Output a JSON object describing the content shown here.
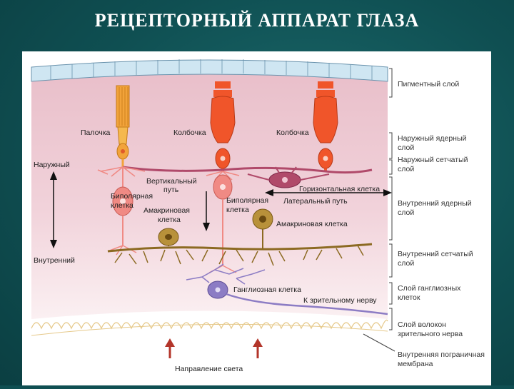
{
  "title": "РЕЦЕПТОРНЫЙ АППАРАТ ГЛАЗА",
  "labels": {
    "rod": "Палочка",
    "cone1": "Колбочка",
    "cone2": "Колбочка",
    "outer": "Наружный",
    "inner": "Внутренний",
    "vertical_path_1": "Вертикальный",
    "vertical_path_2": "путь",
    "bipolar1_1": "Биполярная",
    "bipolar1_2": "клетка",
    "bipolar2_1": "Биполярная",
    "bipolar2_2": "клетка",
    "amacrine1_1": "Амакриновая",
    "amacrine1_2": "клетка",
    "amacrine2": "Амакриновая клетка",
    "horizontal": "Горизонтальная клетка",
    "lateral": "Латеральный путь",
    "ganglion": "Ганглиозная клетка",
    "optic_nerve": "К зрительному нерву",
    "light_dir": "Направление света"
  },
  "layers": [
    [
      "Пигментный слой"
    ],
    [
      "Наружный ядерный",
      "слой"
    ],
    [
      "Наружный сетчатый",
      "слой"
    ],
    [
      "Внутренний ядерный",
      "слой"
    ],
    [
      "Внутренний сетчатый",
      "слой"
    ],
    [
      "Слой ганглиозных",
      "клеток"
    ],
    [
      "Слой волокон",
      "зрительного нерва"
    ],
    [
      "Внутренняя пограничная",
      "мембрана"
    ]
  ],
  "colors": {
    "pigment": "#cfe6f2",
    "pink_bg": "#ecc6d0",
    "light_pink_bg": "#f7e3e8",
    "cone": "#f0552a",
    "rod": "#f2a33a",
    "bipolar": "#f08a84",
    "horizontal": "#b04a6a",
    "amacrine": "#8c6a22",
    "ganglion": "#8c7cc4",
    "arrow": "#b3352a"
  }
}
